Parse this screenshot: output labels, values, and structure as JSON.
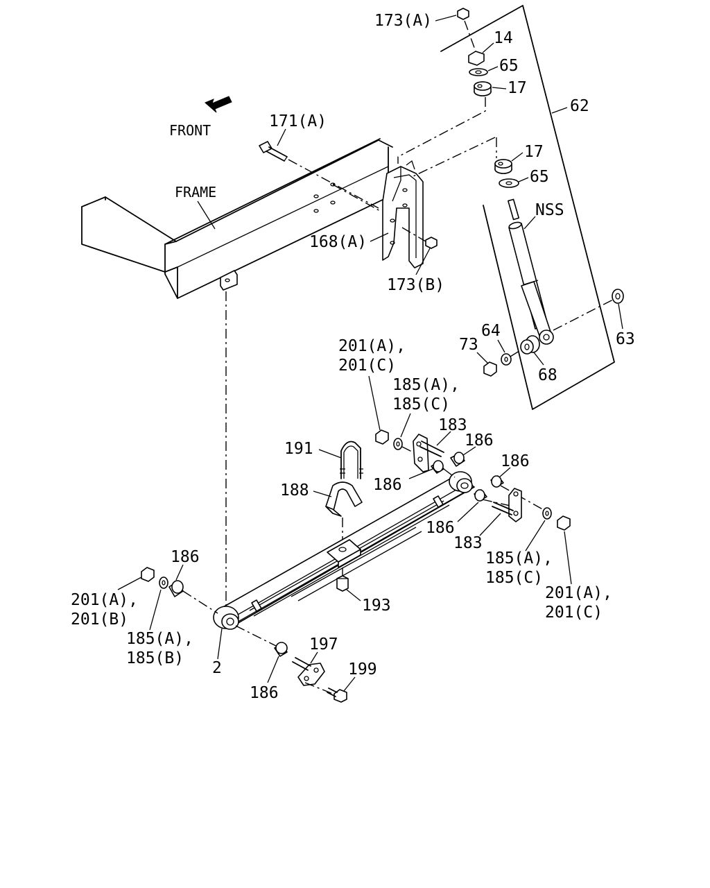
{
  "diagram": {
    "front_label": "FRONT",
    "frame_label": "FRAME",
    "callouts": {
      "c173a": "173(A)",
      "c14": "14",
      "c65_top": "65",
      "c17_top": "17",
      "c62": "62",
      "c171a": "171(A)",
      "c17_mid": "17",
      "c65_mid": "65",
      "cnss": "NSS",
      "c168a": "168(A)",
      "c173b": "173(B)",
      "c64": "64",
      "c73": "73",
      "c63": "63",
      "c68": "68",
      "c201ac_top_1": "201(A),",
      "c201ac_top_2": "201(C)",
      "c185ac_top_1": "185(A),",
      "c185ac_top_2": "185(C)",
      "c183_top": "183",
      "c186_a": "186",
      "c191": "191",
      "c186_b": "186",
      "c188": "188",
      "c186_c": "186",
      "c186_d": "186",
      "c183_bot": "183",
      "c185ac_r_1": "185(A),",
      "c185ac_r_2": "185(C)",
      "c201ac_r_1": "201(A),",
      "c201ac_r_2": "201(C)",
      "c186_left": "186",
      "c201ab_1": "201(A),",
      "c201ab_2": "201(B)",
      "c185ab_1": "185(A),",
      "c185ab_2": "185(B)",
      "c193": "193",
      "c2": "2",
      "c197": "197",
      "c199": "199",
      "c186_bot": "186"
    }
  }
}
